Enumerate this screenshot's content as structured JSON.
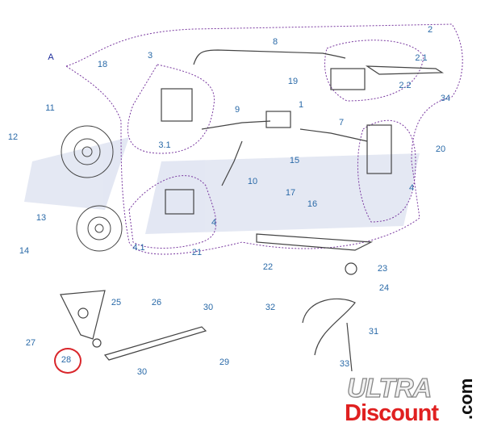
{
  "diagram": {
    "group_label": "A",
    "part_labels": [
      "2",
      "3",
      "8",
      "18",
      "19",
      "1",
      "2.1",
      "2.2",
      "9",
      "11",
      "12",
      "7",
      "34",
      "20",
      "3.1",
      "15",
      "17",
      "16",
      "10",
      "4",
      "13",
      "14",
      "4.1",
      "21",
      "4",
      "22",
      "23",
      "24",
      "25",
      "26",
      "30",
      "32",
      "31",
      "27",
      "28",
      "29",
      "30",
      "33"
    ],
    "highlighted_part": "28",
    "highlight_color": "#d9262b",
    "label_color": "#2a6aa8"
  },
  "logo": {
    "line1": "ULTRA",
    "line2": "Discount",
    "suffix": ".com"
  }
}
